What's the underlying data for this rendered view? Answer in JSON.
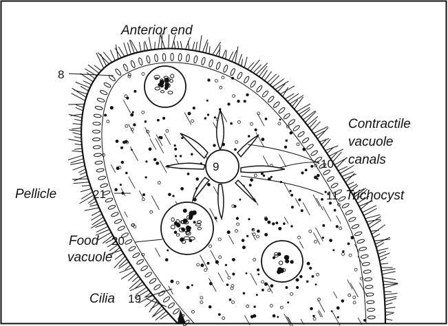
{
  "labels": {
    "anterior_end": "Anterior end",
    "n8": "8",
    "contractile_1": "Contractile",
    "contractile_2": "vacuole",
    "contractile_3": "canals",
    "n9": "9",
    "n10": "10",
    "pellicle": "Pellicle",
    "n21": "21",
    "n11": "11",
    "trichocyst": "Trichocyst",
    "food_1": "Food",
    "n20": "20",
    "food_2": "vacuole",
    "cilia": "Cilia",
    "n19": "19"
  },
  "colors": {
    "ink": "#111111",
    "paper": "#ffffff"
  }
}
